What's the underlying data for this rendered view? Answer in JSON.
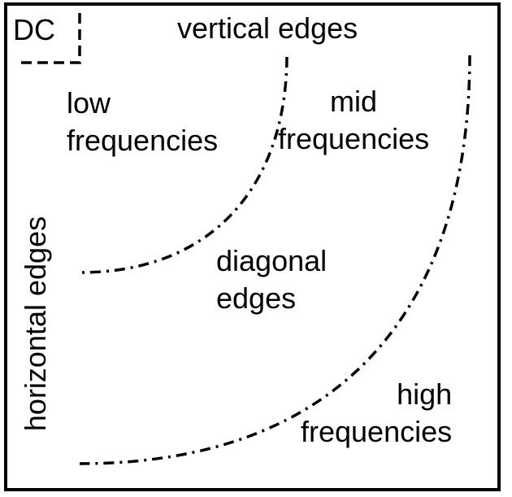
{
  "labels": {
    "dc": "DC",
    "vertical_edges": "vertical edges",
    "horizontal_edges": "horizontal edges",
    "low": [
      "low",
      "frequencies"
    ],
    "mid": [
      "mid",
      "frequencies"
    ],
    "diagonal": [
      "diagonal",
      "edges"
    ],
    "high": [
      "high",
      "frequencies"
    ]
  },
  "colors": {
    "ink": "#000000",
    "background": "#ffffff"
  }
}
